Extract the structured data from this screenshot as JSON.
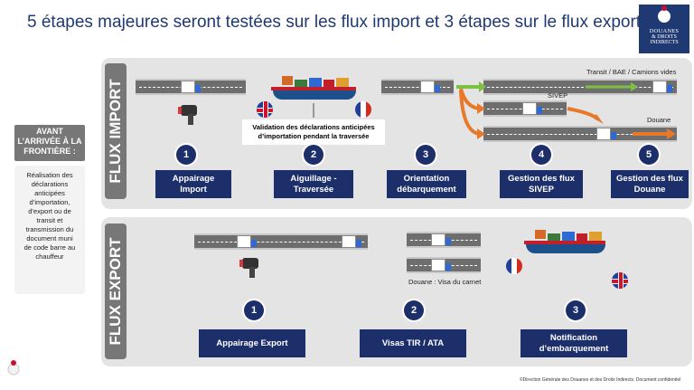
{
  "title": "5 étapes majeures seront testées sur les flux import et 3 étapes sur le flux export",
  "logo": {
    "line1": "DOUANES",
    "line2": "& DROITS",
    "line3": "INDIRECTS"
  },
  "left": {
    "avant_lines": [
      "AVANT",
      "L’ARRIVÉE À LA",
      "FRONTIÈRE :"
    ],
    "desc_lines": [
      "Réalisation des",
      "déclarations",
      "anticipées",
      "d’importation,",
      "d’export ou de",
      "transit et",
      "transmission du",
      "document muni",
      "de code barre au",
      "chauffeur"
    ]
  },
  "import": {
    "label": "FLUX IMPORT",
    "transit_label": "Transit / BAE / Camions vides",
    "sivep_label": "SIVEP",
    "douane_label": "Douane",
    "validation_lines": [
      "Validation des déclarations anticipées",
      "d’importation pendant la traversée"
    ],
    "steps": [
      {
        "num": "1",
        "lines": [
          "Appairage",
          "Import"
        ]
      },
      {
        "num": "2",
        "lines": [
          "Aiguillage -",
          "Traversée"
        ]
      },
      {
        "num": "3",
        "lines": [
          "Orientation",
          "débarquement"
        ]
      },
      {
        "num": "4",
        "lines": [
          "Gestion des flux",
          "SIVEP"
        ]
      },
      {
        "num": "5",
        "lines": [
          "Gestion des flux",
          "Douane"
        ]
      }
    ]
  },
  "export": {
    "label": "FLUX EXPORT",
    "douane_visa_label": "Douane : Visa du carnet",
    "steps": [
      {
        "num": "1",
        "lines": [
          "Appairage Export"
        ]
      },
      {
        "num": "2",
        "lines": [
          "Visas TIR / ATA"
        ]
      },
      {
        "num": "3",
        "lines": [
          "Notification",
          "d’embarquement"
        ]
      }
    ]
  },
  "footer": "©Direction Générale des Douanes et des Droits Indirects. Document confidentiel",
  "colors": {
    "navy": "#1c2f6b",
    "panel": "#e4e4e4",
    "label_gray": "#777777",
    "green_arrow": "#7cc242",
    "orange_arrow": "#e8792a"
  },
  "icons": [
    "barcode-scanner-icon",
    "truck-icon",
    "ship-icon",
    "uk-flag-icon",
    "france-flag-icon"
  ]
}
